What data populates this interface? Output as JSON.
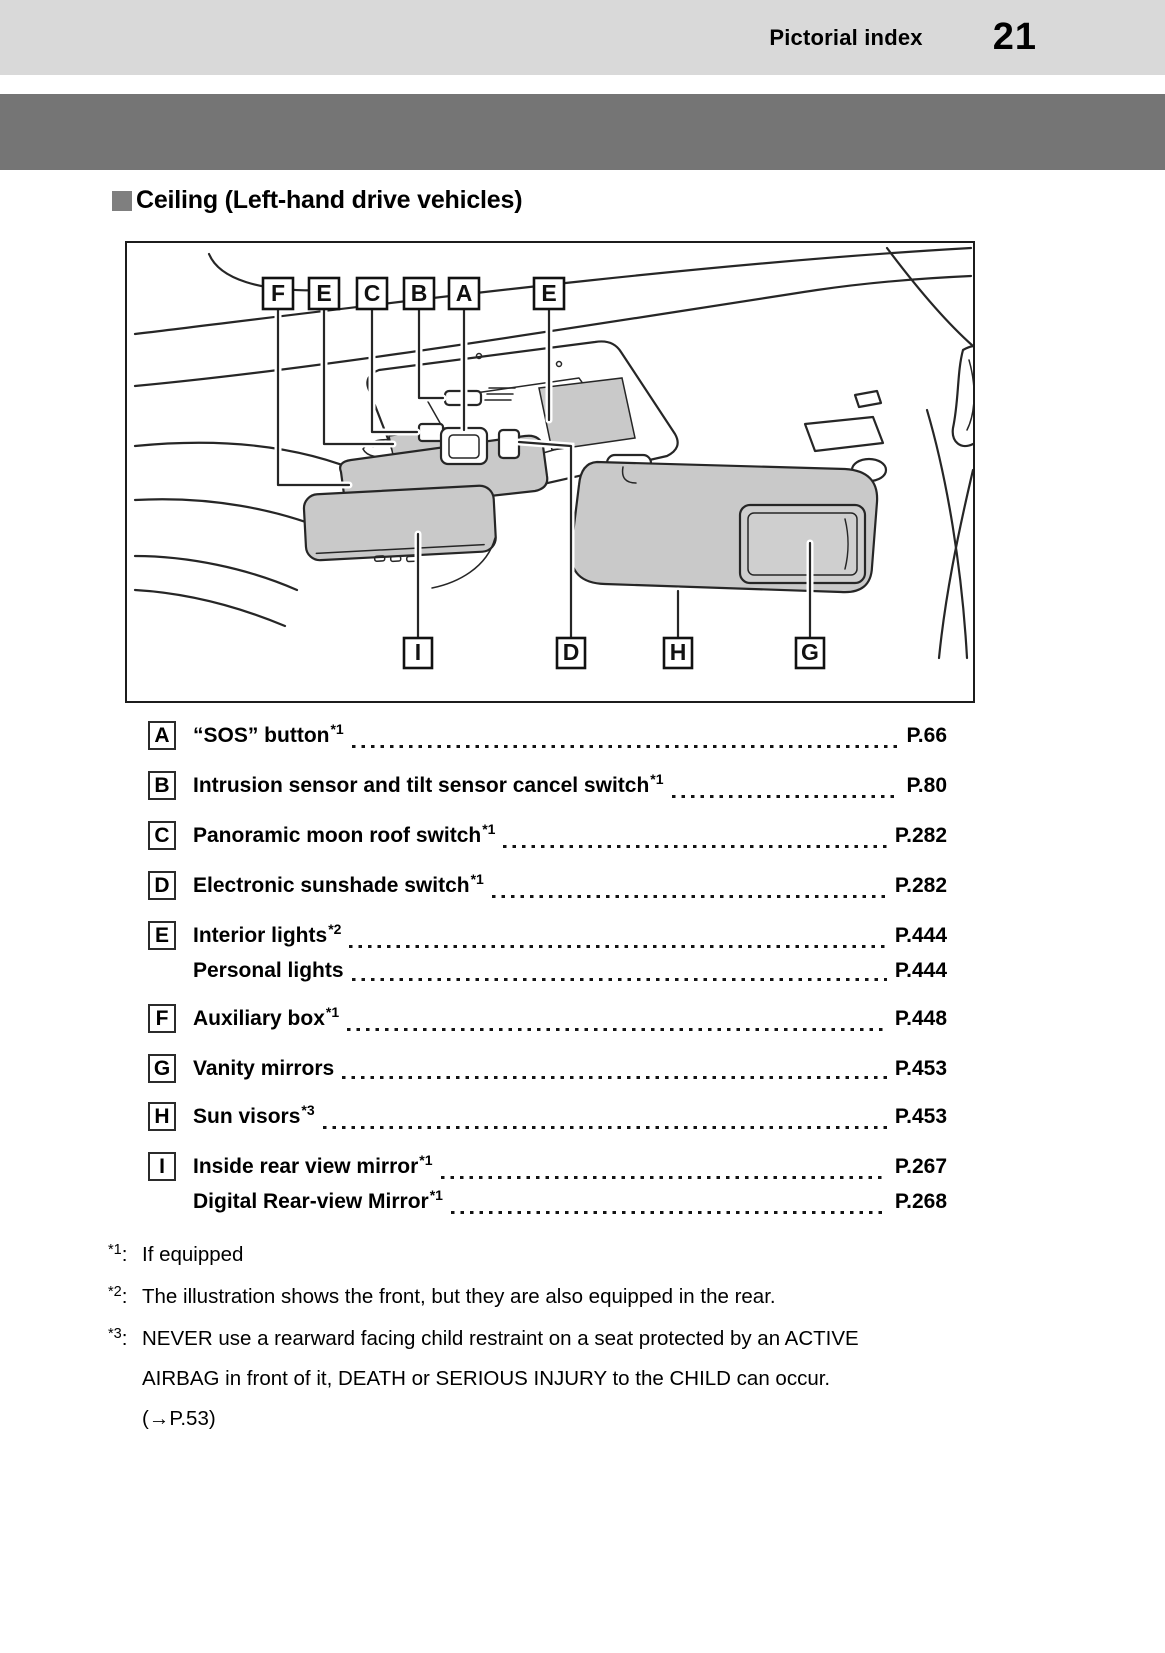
{
  "header": {
    "title": "Pictorial index",
    "page_number": "21"
  },
  "section": {
    "title": "Ceiling (Left-hand drive vehicles)"
  },
  "diagram": {
    "callouts_top": [
      "F",
      "E",
      "C",
      "B",
      "A",
      "E"
    ],
    "callouts_bottom": [
      "I",
      "D",
      "H",
      "G"
    ]
  },
  "index_items": [
    {
      "letter": "A",
      "entries": [
        {
          "label": "“SOS” button",
          "superscript": "*1",
          "page": "P.66"
        }
      ]
    },
    {
      "letter": "B",
      "entries": [
        {
          "label": "Intrusion sensor and tilt sensor cancel switch",
          "superscript": "*1",
          "page": "P.80"
        }
      ]
    },
    {
      "letter": "C",
      "entries": [
        {
          "label": "Panoramic moon roof switch",
          "superscript": "*1",
          "page": "P.282"
        }
      ]
    },
    {
      "letter": "D",
      "entries": [
        {
          "label": "Electronic sunshade switch",
          "superscript": "*1",
          "page": "P.282"
        }
      ]
    },
    {
      "letter": "E",
      "entries": [
        {
          "label": "Interior lights",
          "superscript": "*2",
          "page": "P.444"
        },
        {
          "label": "Personal lights",
          "superscript": "",
          "page": "P.444"
        }
      ]
    },
    {
      "letter": "F",
      "entries": [
        {
          "label": "Auxiliary box",
          "superscript": "*1",
          "page": "P.448"
        }
      ]
    },
    {
      "letter": "G",
      "entries": [
        {
          "label": "Vanity mirrors",
          "superscript": "",
          "page": "P.453"
        }
      ]
    },
    {
      "letter": "H",
      "entries": [
        {
          "label": "Sun visors",
          "superscript": "*3",
          "page": "P.453"
        }
      ]
    },
    {
      "letter": "I",
      "entries": [
        {
          "label": "Inside rear view mirror",
          "superscript": "*1",
          "page": "P.267"
        },
        {
          "label": "Digital Rear-view Mirror",
          "superscript": "*1",
          "page": "P.268"
        }
      ]
    }
  ],
  "footnotes": [
    {
      "marker": "*1",
      "lines": [
        "If equipped"
      ]
    },
    {
      "marker": "*2",
      "lines": [
        "The illustration shows the front, but they are also equipped in the rear."
      ]
    },
    {
      "marker": "*3",
      "lines": [
        "NEVER use a rearward facing child restraint on a seat protected by an ACTIVE",
        "AIRBAG in front of it, DEATH or SERIOUS INJURY to the CHILD can occur.",
        "(→P.53)"
      ]
    }
  ],
  "colors": {
    "header_bg": "#d9d9d9",
    "chapter_band": "#757575",
    "section_bullet": "#7f7f7f",
    "diagram_gray": "#c9c9c9",
    "line": "#262626",
    "page_bg": "#ffffff",
    "text": "#000000"
  }
}
